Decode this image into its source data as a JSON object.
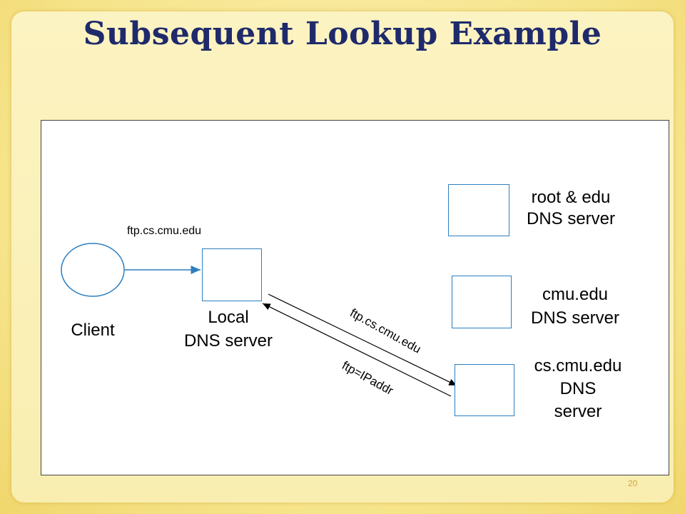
{
  "slide": {
    "title": "Subsequent Lookup Example",
    "page_number": "20"
  },
  "diagram": {
    "client_label": "Client",
    "query_label": "ftp.cs.cmu.edu",
    "local_dns_label": [
      "Local",
      "DNS server"
    ],
    "root_dns_label": [
      "root & edu",
      "DNS server"
    ],
    "cmu_dns_label": [
      "cmu.edu",
      "DNS server"
    ],
    "cs_dns_label": [
      "cs.cmu.edu",
      "DNS",
      "server"
    ],
    "request_arrow_label": "ftp.cs.cmu.edu",
    "response_arrow_label": "ftp=IPaddr"
  },
  "colors": {
    "title": "#1f2a6b",
    "shape_stroke": "#2c7fc0",
    "background": "#f6e27a"
  }
}
